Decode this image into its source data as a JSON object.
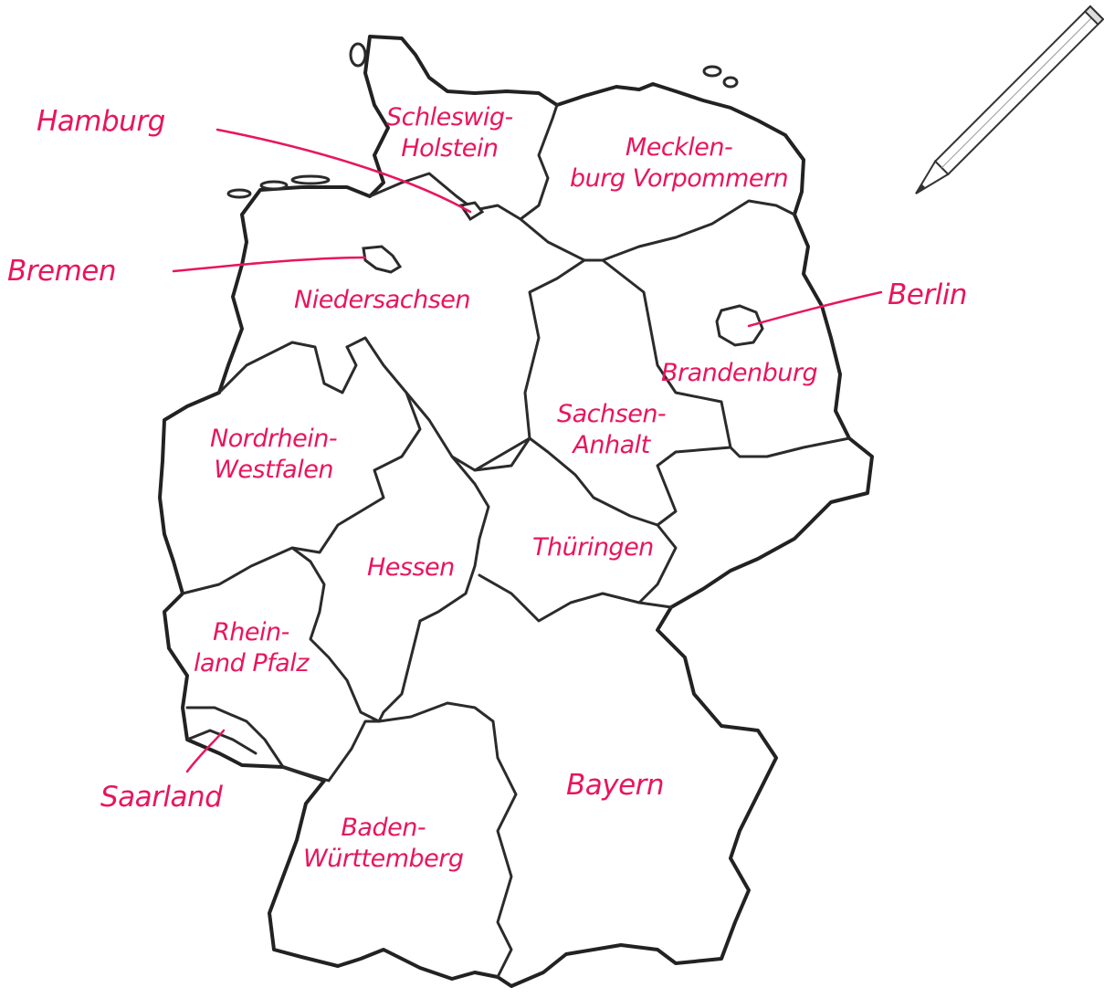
{
  "ink_color": "#e8155e",
  "outline_color": "#2b2b2b",
  "icons": {
    "pencil": "pencil-icon"
  },
  "states": {
    "schleswig_holstein": [
      "Schleswig-",
      "Holstein"
    ],
    "mecklenburg_vorpommern": [
      "Mecklen-",
      "burg Vorpommern"
    ],
    "niedersachsen": "Niedersachsen",
    "brandenburg": "Brandenburg",
    "sachsen_anhalt": [
      "Sachsen-",
      "Anhalt"
    ],
    "nordrhein_westfalen": [
      "Nordrhein-",
      "Westfalen"
    ],
    "hessen": "Hessen",
    "thueringen": "Thüringen",
    "rheinland_pfalz": [
      "Rhein-",
      "land Pfalz"
    ],
    "bayern": "Bayern",
    "baden_wuerttemberg": [
      "Baden-",
      "Württemberg"
    ]
  },
  "callouts": {
    "hamburg": "Hamburg",
    "bremen": "Bremen",
    "berlin": "Berlin",
    "saarland": "Saarland"
  }
}
